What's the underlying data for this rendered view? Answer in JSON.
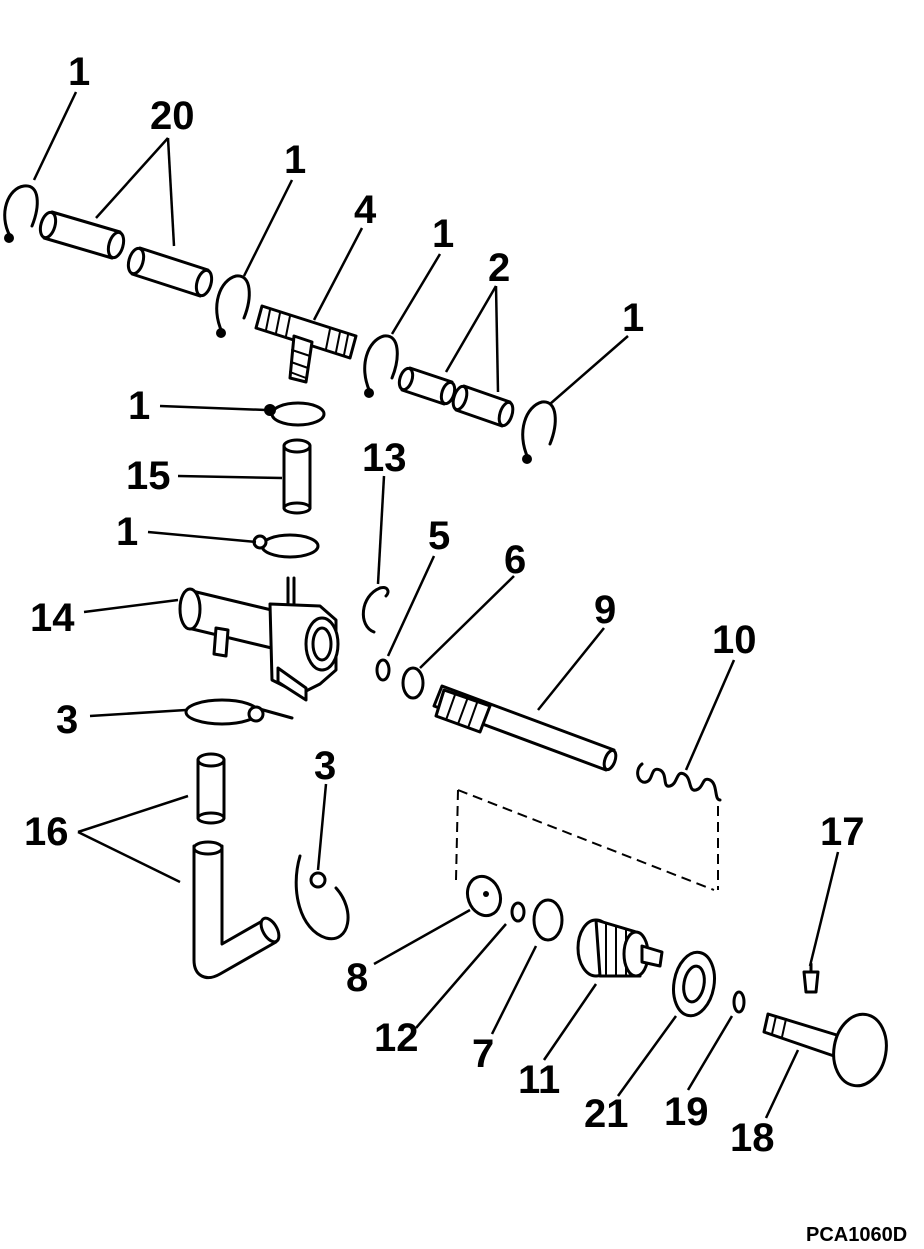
{
  "diagram": {
    "figure_id": "PCA1060D",
    "callouts": {
      "c1a": "1",
      "c20": "20",
      "c1b": "1",
      "c4": "4",
      "c1c": "1",
      "c2": "2",
      "c1d": "1",
      "c1e": "1",
      "c15": "15",
      "c1f": "1",
      "c13": "13",
      "c5": "5",
      "c6": "6",
      "c14": "14",
      "c9": "9",
      "c10": "10",
      "c3a": "3",
      "c3b": "3",
      "c16": "16",
      "c17": "17",
      "c8": "8",
      "c12": "12",
      "c7": "7",
      "c11": "11",
      "c21": "21",
      "c19": "19",
      "c18": "18"
    }
  }
}
